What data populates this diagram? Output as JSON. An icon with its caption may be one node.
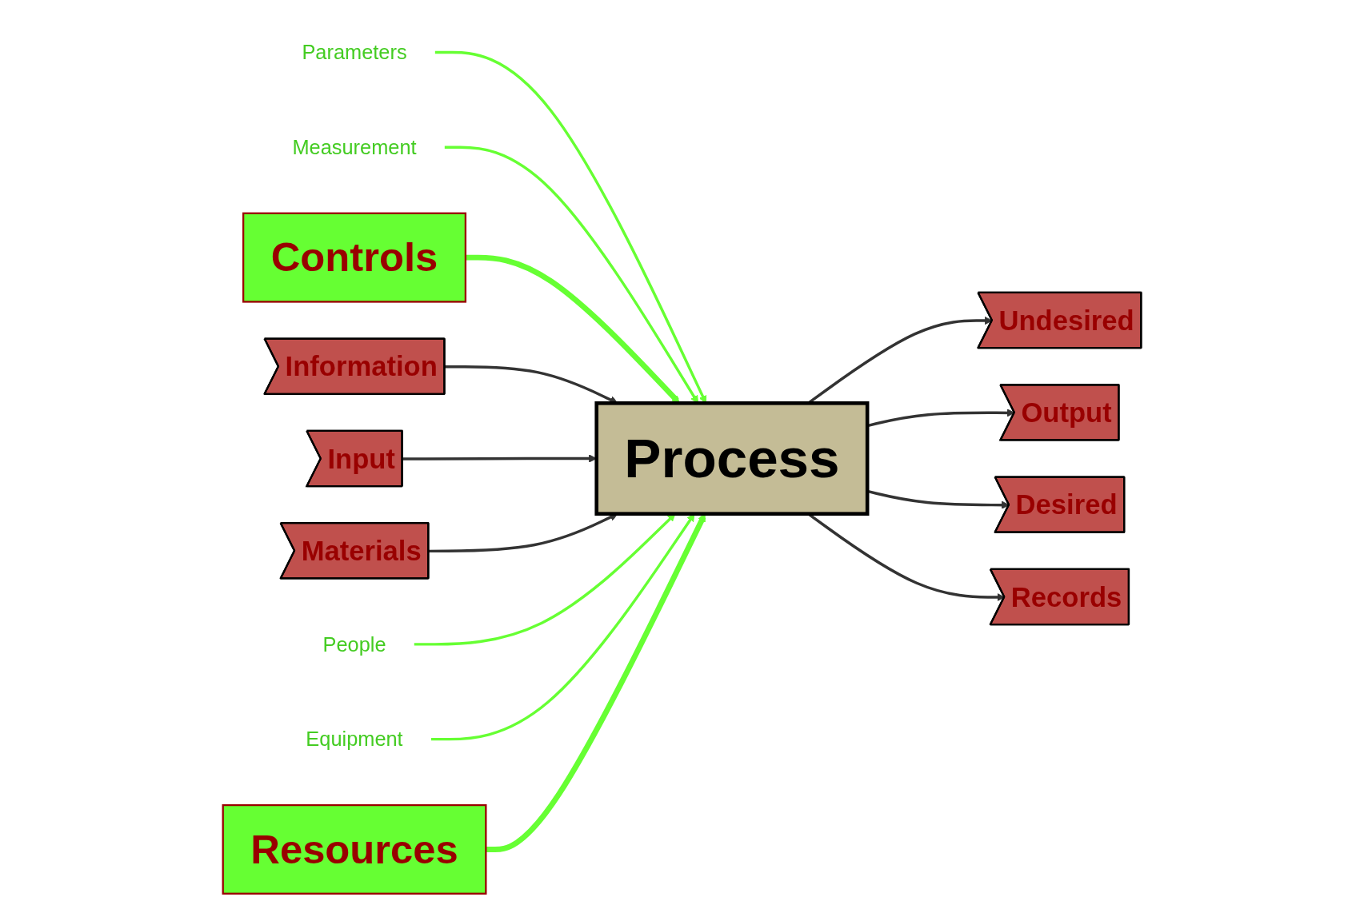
{
  "diagram": {
    "nodes": [
      {
        "text": [
          "Parameters"
        ]
      },
      {
        "text": [
          "Measurement"
        ]
      },
      {
        "text": [
          "Controls"
        ]
      },
      {
        "text": [
          "Information"
        ]
      },
      {
        "text": [
          "Input"
        ]
      },
      {
        "text": [
          "Materials"
        ]
      },
      {
        "text": [
          "Process"
        ]
      },
      {
        "text": [
          "Undesired"
        ]
      },
      {
        "text": [
          "Output"
        ]
      },
      {
        "text": [
          "Desired"
        ]
      },
      {
        "text": [
          "Records"
        ]
      },
      {
        "text": [
          "People"
        ]
      },
      {
        "text": [
          "Equipment"
        ]
      },
      {
        "text": [
          "Resources"
        ]
      }
    ],
    "edges": [
      {
        "from": 0,
        "to": 6,
        "arrow": "to",
        "color": "#66ff33"
      },
      {
        "from": 1,
        "to": 6,
        "arrow": "to",
        "color": "#66ff33"
      },
      {
        "from": 2,
        "to": 6,
        "arrow": "to",
        "style": "thick",
        "color": "#66ff33"
      },
      {
        "from": 3,
        "to": 6,
        "arrow": "to"
      },
      {
        "from": 4,
        "to": 6,
        "arrow": "to"
      },
      {
        "from": 5,
        "to": 6,
        "arrow": "to"
      },
      {
        "from": 6,
        "to": 7,
        "arrow": "to"
      },
      {
        "from": 6,
        "to": 8,
        "arrow": "to"
      },
      {
        "from": 6,
        "to": 9,
        "arrow": "to"
      },
      {
        "from": 6,
        "to": 10,
        "arrow": "to"
      },
      {
        "from": 11,
        "to": 6,
        "arrow": "to",
        "color": "#66ff33"
      },
      {
        "from": 12,
        "to": 6,
        "arrow": "to",
        "color": "#66ff33"
      },
      {
        "from": 13,
        "to": 6,
        "arrow": "to",
        "style": "thick",
        "color": "#66ff33"
      }
    ]
  }
}
